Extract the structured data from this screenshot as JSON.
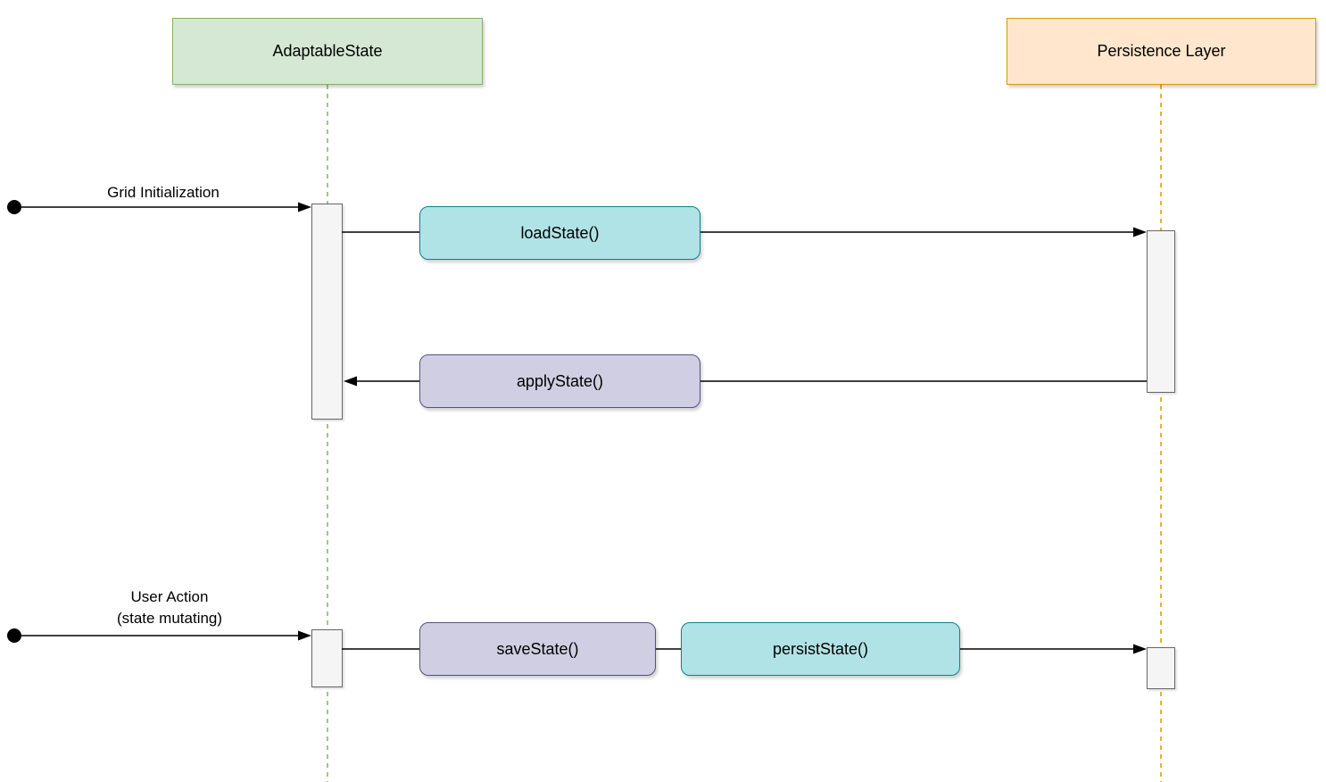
{
  "actors": {
    "adaptable": {
      "label": "AdaptableState"
    },
    "persistence": {
      "label": "Persistence Layer"
    }
  },
  "messages": {
    "grid_init": {
      "label": "Grid Initialization"
    },
    "load_state": {
      "label": "loadState()"
    },
    "apply_state": {
      "label": "applyState()"
    },
    "user_action": {
      "line1": "User Action",
      "line2": "(state mutating)"
    },
    "save_state": {
      "label": "saveState()"
    },
    "persist_state": {
      "label": "persistState()"
    }
  },
  "colors": {
    "actor_green_fill": "#d5e8d4",
    "actor_green_border": "#82b366",
    "actor_orange_fill": "#ffe6cc",
    "actor_orange_border": "#d79b00",
    "teal_fill": "#b0e3e6",
    "teal_border": "#0e8088",
    "purple_fill": "#d0cee2",
    "purple_border": "#56517e",
    "activation_fill": "#f5f5f5",
    "activation_border": "#666666",
    "lifeline_left": "#82b366",
    "lifeline_right": "#d79b00",
    "arrow": "#000000",
    "background": "#ffffff"
  }
}
